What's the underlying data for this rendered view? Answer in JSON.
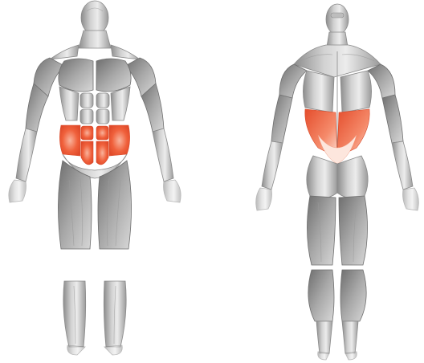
{
  "views": {
    "front": {
      "view": "anterior"
    },
    "back": {
      "view": "posterior"
    }
  },
  "highlighted_muscles": {
    "front": [
      "rectus-abdominis",
      "external-obliques"
    ],
    "back": [
      "latissimus-lower",
      "thoracolumbar-fascia"
    ]
  },
  "colors": {
    "background": "#ffffff",
    "muscle_light": "#e6e6e6",
    "muscle_mid": "#b8b8b8",
    "muscle_dark": "#7a7a7a",
    "outline": "#8a8a8a",
    "highlight": "#f0613c",
    "highlight_light": "#f9b39c"
  }
}
